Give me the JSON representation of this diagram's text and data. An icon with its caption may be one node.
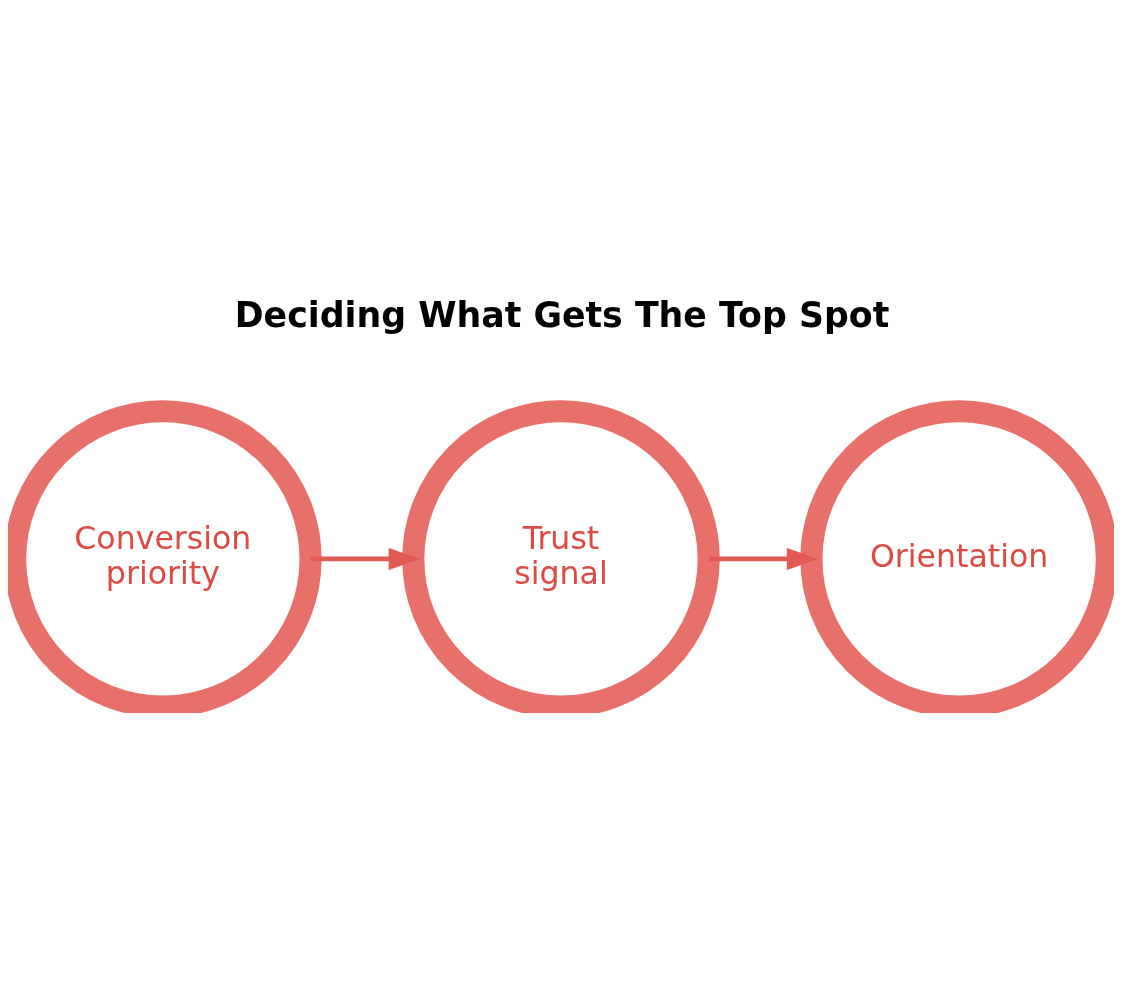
{
  "diagram": {
    "title": "Deciding What Gets The Top Spot",
    "nodes": [
      {
        "text": [
          "Conversion priority"
        ]
      },
      {
        "text": [
          "Trust signal"
        ]
      },
      {
        "text": [
          "Orientation"
        ]
      }
    ],
    "edges": [
      {
        "from": 0,
        "to": 1,
        "arrow": "to"
      },
      {
        "from": 1,
        "to": 2,
        "arrow": "to"
      }
    ]
  }
}
